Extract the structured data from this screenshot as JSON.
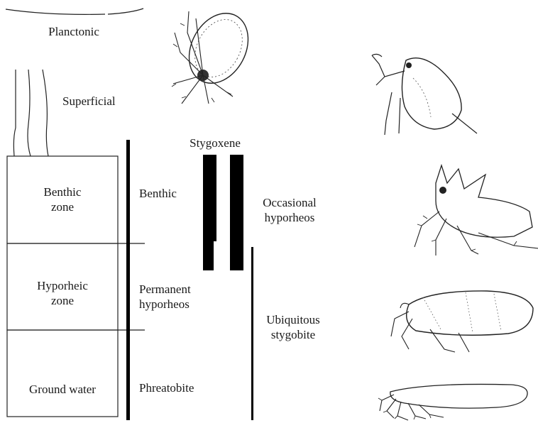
{
  "zones": {
    "planctonic": "Planctonic",
    "superficial": "Superficial",
    "benthic_zone": [
      "Benthic",
      "zone"
    ],
    "hyporheic_zone": [
      "Hyporheic",
      "zone"
    ],
    "ground_water": "Ground water"
  },
  "categories": {
    "stygoxene": "Stygoxene",
    "benthic": "Benthic",
    "permanent_hyporheos": [
      "Permanent",
      "hyporheos"
    ],
    "phreatobite": "Phreatobite",
    "occasional_hyporheos": [
      "Occasional",
      "hyporheos"
    ],
    "ubiquitous_stygobite": [
      "Ubiquitous",
      "stygobite"
    ]
  },
  "organisms": [
    "mite-illustration",
    "cladoceran-illustration",
    "horned-mite-illustration",
    "ostracod-illustration",
    "worm-mite-illustration"
  ]
}
